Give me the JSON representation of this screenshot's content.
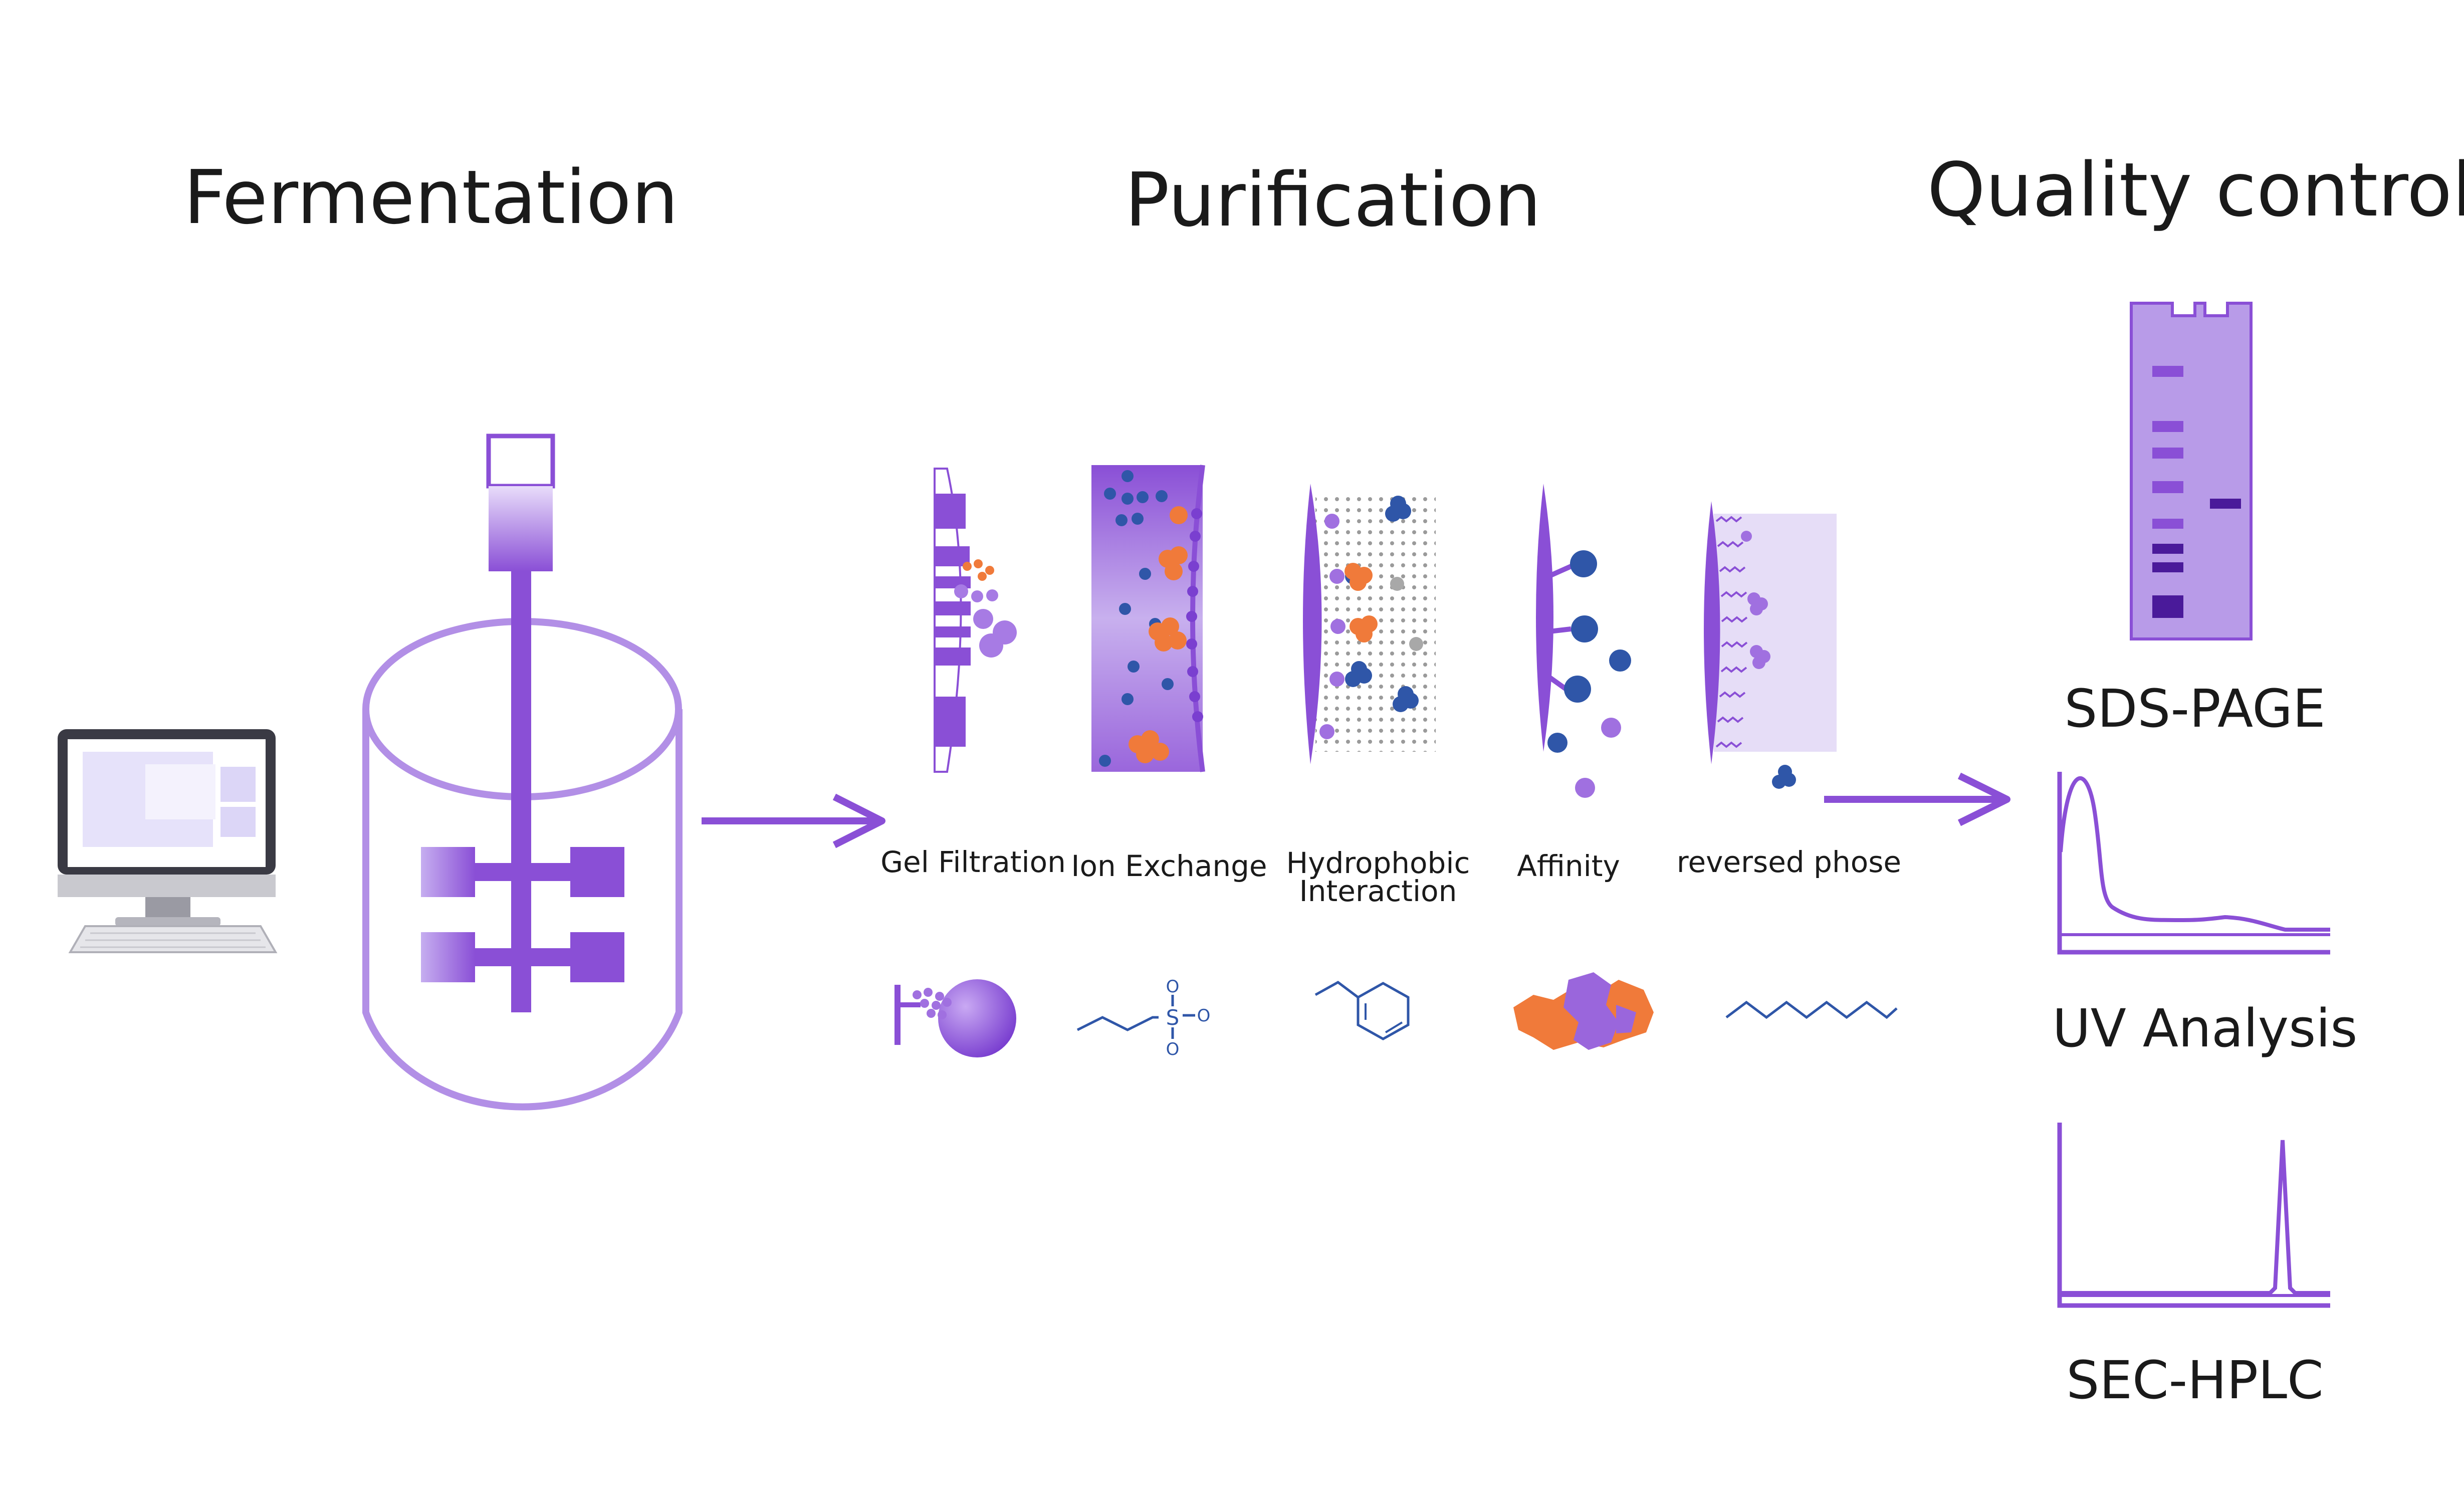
{
  "sections": {
    "fermentation": "Fermentation",
    "purification": "Purification",
    "quality_control": "Quality control"
  },
  "methods": {
    "gel_filtration": "Gel Filtration",
    "ion_exchange": "Ion Exchange",
    "hydrophobic_line1": "Hydrophobic",
    "hydrophobic_line2": "Interaction",
    "affinity": "Affinity",
    "reversed_phase": "reversed phose"
  },
  "qc": {
    "sds_page": "SDS-PAGE",
    "uv_analysis": "UV Analysis",
    "sec_hplc": "SEC-HPLC"
  },
  "chemistry": {
    "sulfur_symbol": "S",
    "oxygen_symbol": "O"
  },
  "colors": {
    "purple": "#8a4fd6",
    "light_purple": "#b89be8",
    "dark_purple": "#4a1a9a",
    "orange": "#f07a3a",
    "blue": "#2f56a8"
  }
}
